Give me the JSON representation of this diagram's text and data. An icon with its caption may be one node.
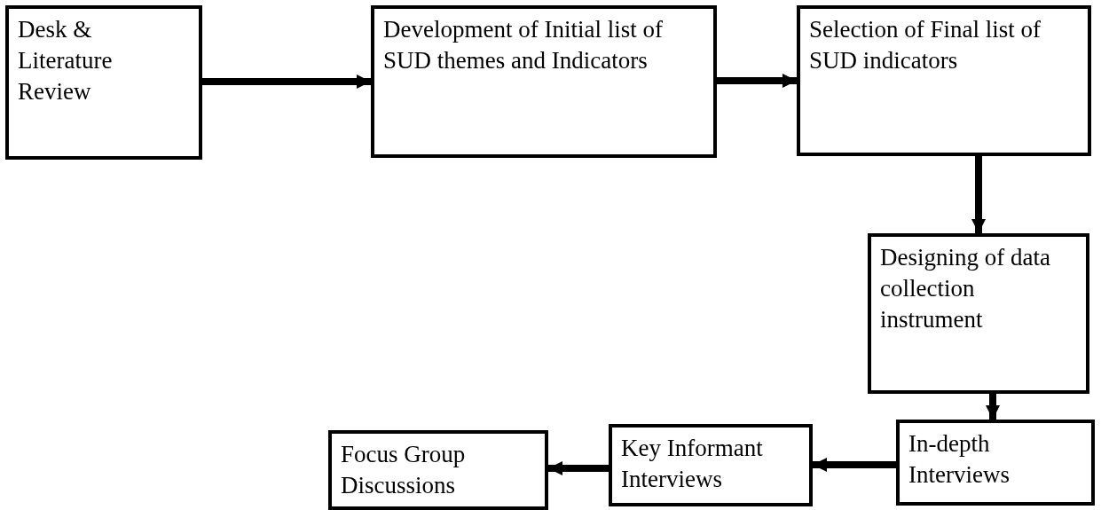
{
  "diagram": {
    "nodes": [
      {
        "text": [
          "Desk & Literature Review"
        ]
      },
      {
        "text": [
          "Development of Initial list of SUD themes and Indicators"
        ]
      },
      {
        "text": [
          "Selection of Final list of SUD indicators"
        ]
      },
      {
        "text": [
          "Designing of data collection instrument"
        ]
      },
      {
        "text": [
          "In-depth Interviews"
        ]
      },
      {
        "text": [
          "Key Informant Interviews"
        ]
      },
      {
        "text": [
          "Focus Group Discussions"
        ]
      }
    ],
    "edges": [
      {
        "from": 0,
        "to": 1,
        "arrow": "to"
      },
      {
        "from": 1,
        "to": 2,
        "arrow": "to"
      },
      {
        "from": 2,
        "to": 3,
        "arrow": "to"
      },
      {
        "from": 3,
        "to": 4,
        "arrow": "to"
      },
      {
        "from": 4,
        "to": 5,
        "arrow": "to"
      },
      {
        "from": 5,
        "to": 6,
        "arrow": "to"
      }
    ]
  }
}
